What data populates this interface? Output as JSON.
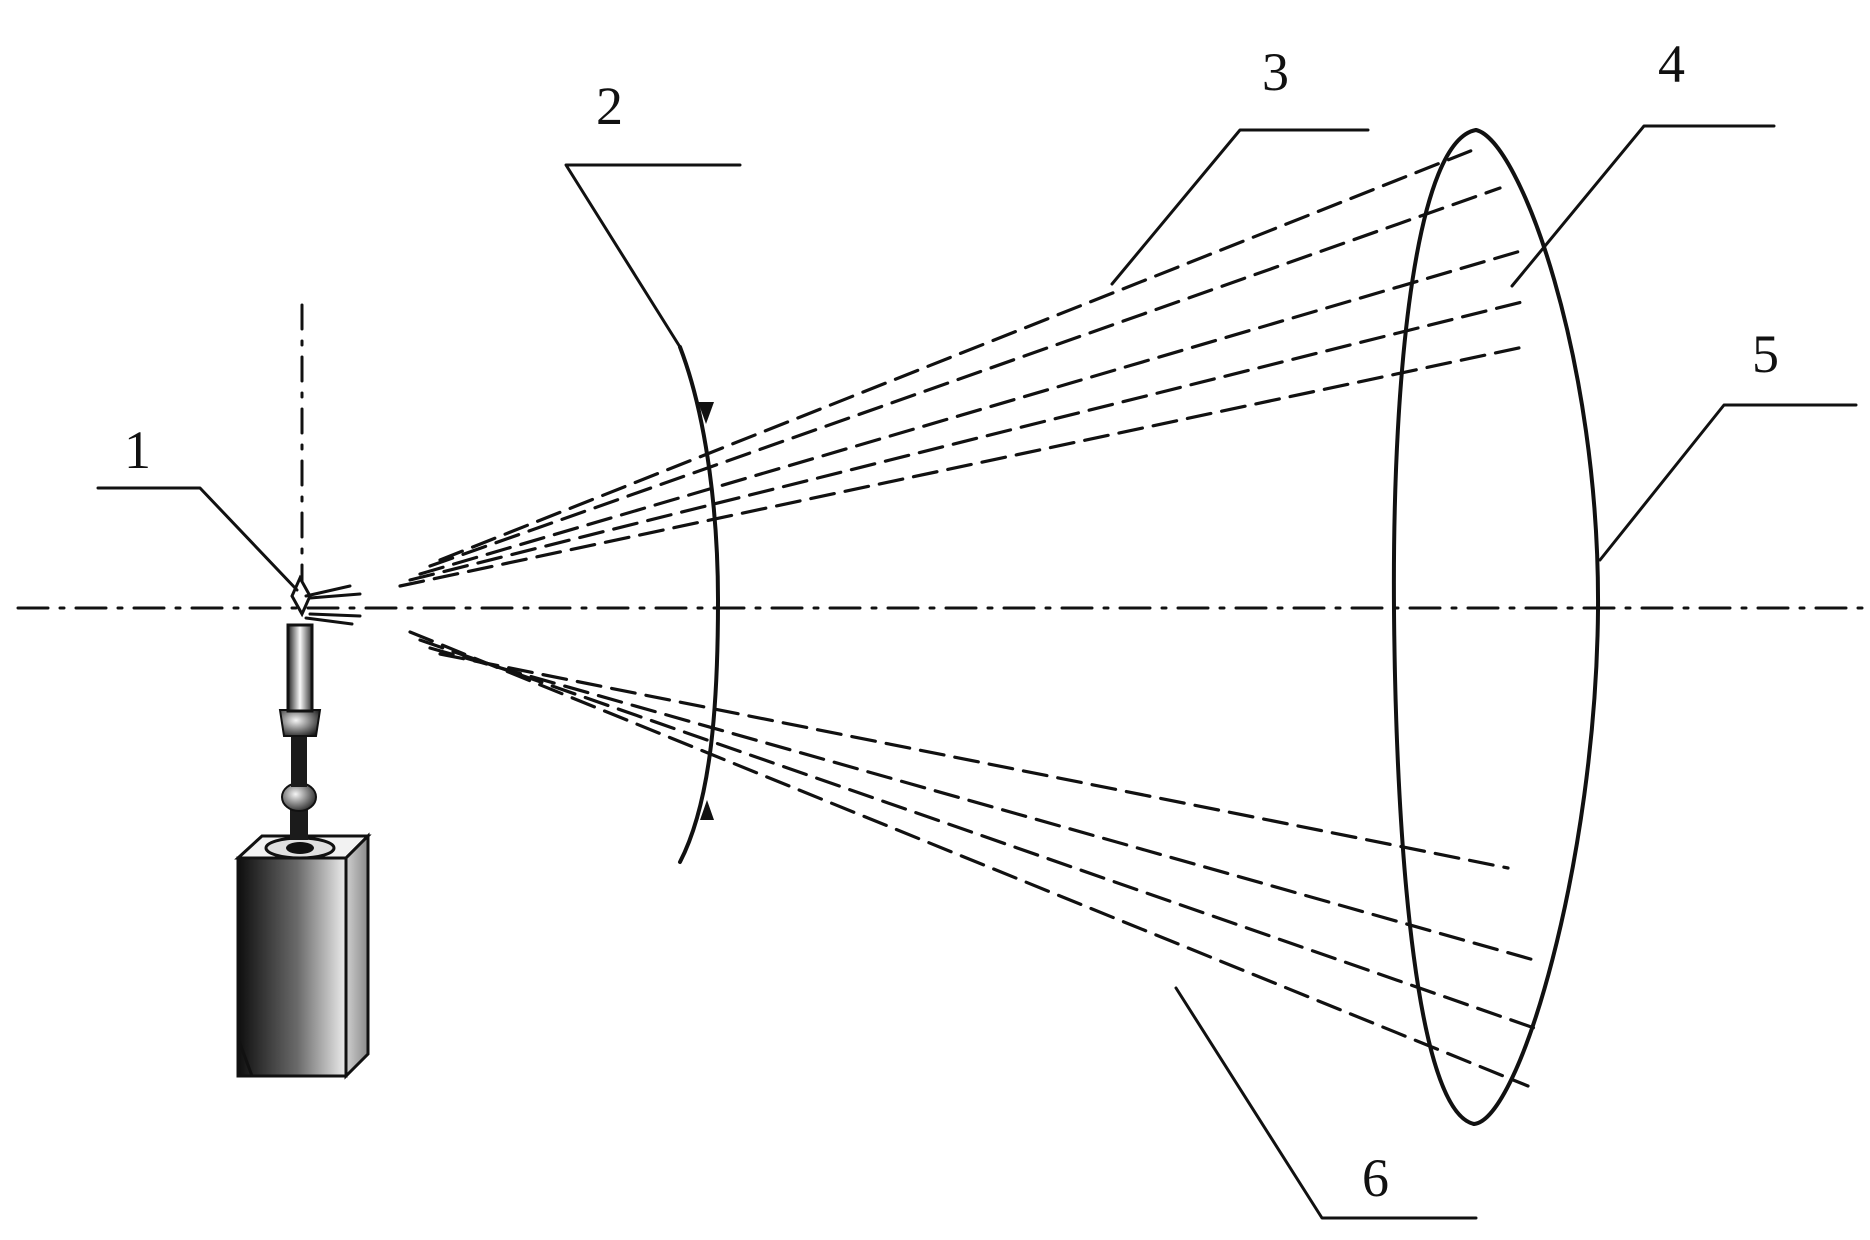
{
  "diagram": {
    "callouts": [
      {
        "id": "1",
        "text": "1"
      },
      {
        "id": "2",
        "text": "2"
      },
      {
        "id": "3",
        "text": "3"
      },
      {
        "id": "4",
        "text": "4"
      },
      {
        "id": "5",
        "text": "5"
      },
      {
        "id": "6",
        "text": "6"
      }
    ],
    "colors": {
      "ink": "#111111",
      "background": "#ffffff",
      "body_dark": "#1a1a1a",
      "body_light": "#e6e6e6"
    }
  }
}
